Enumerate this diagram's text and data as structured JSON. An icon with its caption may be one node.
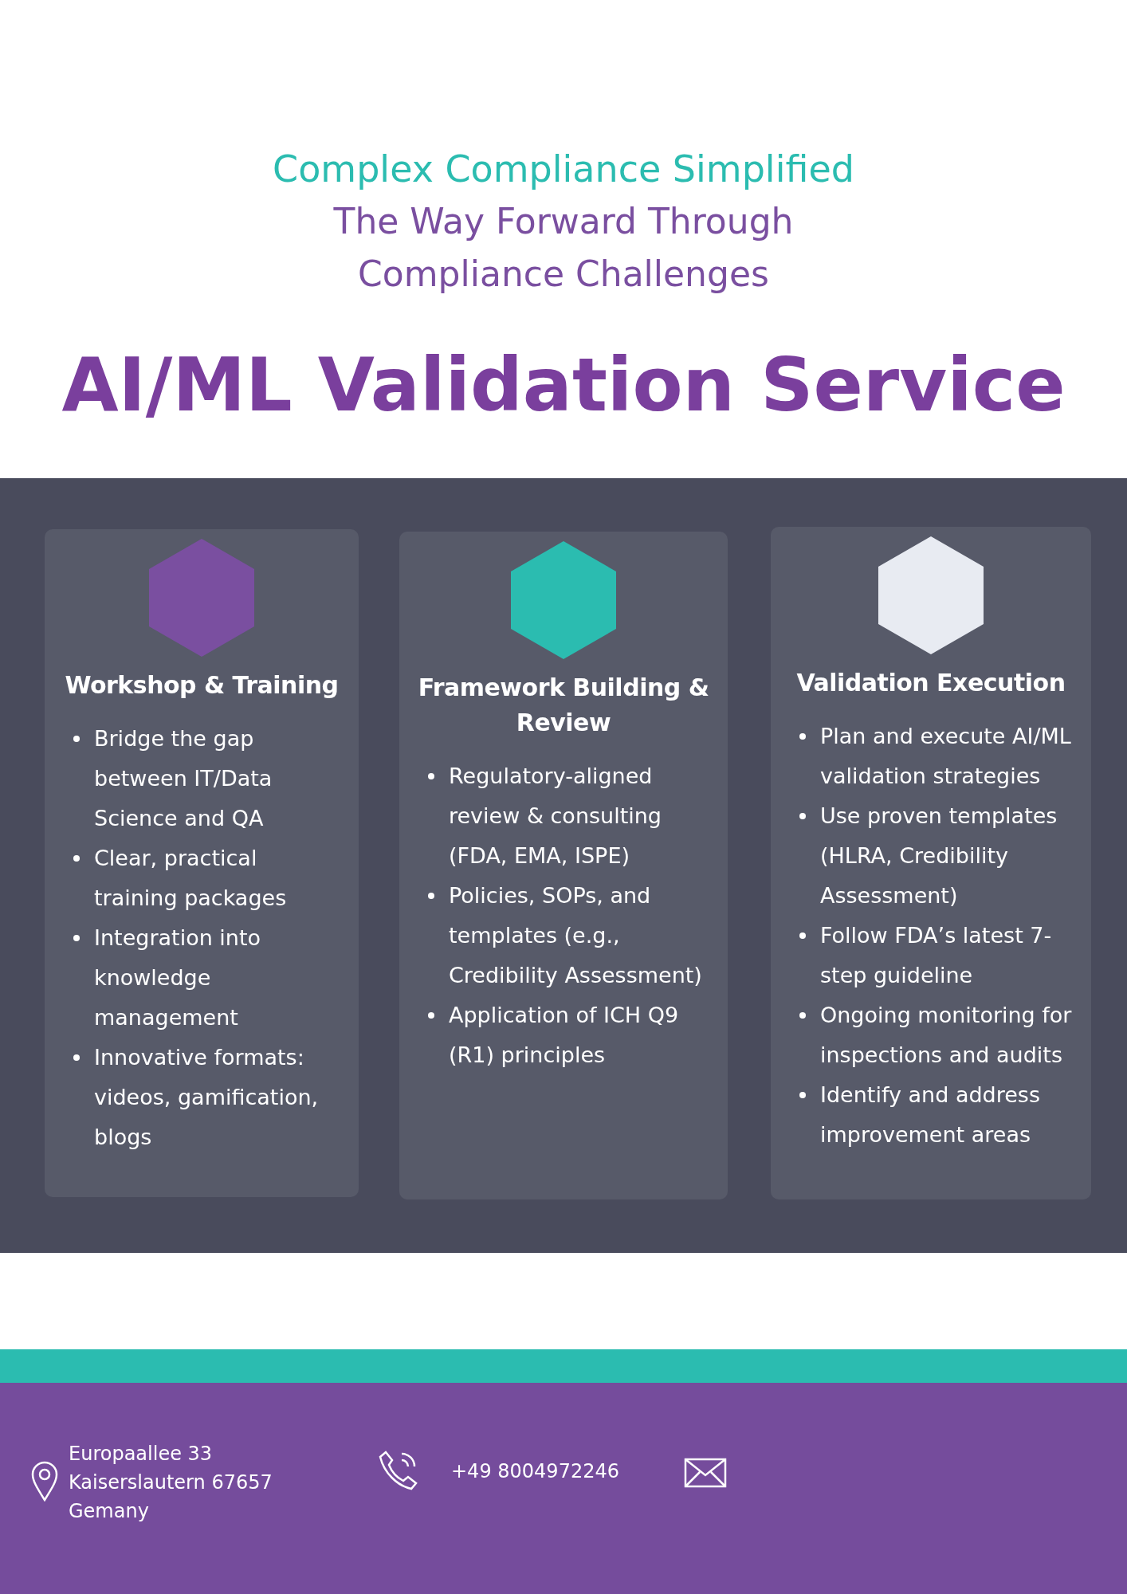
{
  "diagram": {
    "title": "AI/ML Validation Service",
    "nodes": [
      {
        "text": [
          "Workshop & Training",
          "Bridge the gap between IT/Data Science and QA",
          "Clear, practical training packages",
          "Integration into knowledge management",
          "Innovative formats: videos, gamification, blogs"
        ]
      },
      {
        "text": [
          "Framework Building & Review",
          "Regulatory-aligned review & consulting (FDA, EMA, ISPE)",
          "Policies, SOPs, and templates (e.g., Credibility Assessment)",
          "Application of ICH Q9 (R1) principles"
        ]
      },
      {
        "text": [
          "Validation Execution",
          "Plan and execute AI/ML validation strategies",
          "Use proven templates (HLRA, Credibility Assessment)",
          "Follow FDA’s latest 7-step guideline",
          "Ongoing monitoring for inspections and audits",
          "Identify and address improvement areas"
        ]
      }
    ],
    "labels": [
      "Complex Compliance Simplified",
      "The Way Forward Through Compliance Challenges",
      "Europaallee 33 Kaiserslautern 67657 Gemany",
      "+49 8004972246"
    ]
  }
}
